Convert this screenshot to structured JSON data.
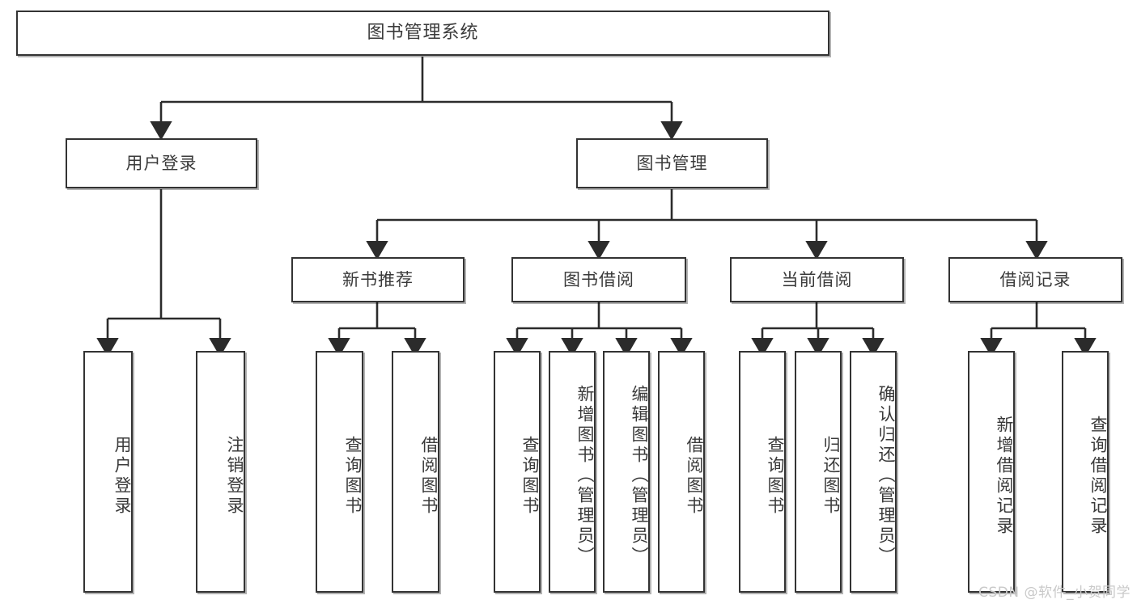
{
  "diagram": {
    "title": "图书管理系统",
    "type": "tree",
    "watermark": "CSDN @软件_小贺同学",
    "colors": {
      "box_border": "#333333",
      "box_fill": "#ffffff",
      "text": "#3a3a3a",
      "connector": "#2b2b2b",
      "watermark": "#c9c9c9"
    },
    "root": {
      "label": "图书管理系统"
    },
    "level2": [
      {
        "label": "用户登录"
      },
      {
        "label": "图书管理"
      }
    ],
    "level3": [
      {
        "label": "新书推荐"
      },
      {
        "label": "图书借阅"
      },
      {
        "label": "当前借阅"
      },
      {
        "label": "借阅记录"
      }
    ],
    "leaves_user_login": [
      {
        "label": "用户登录"
      },
      {
        "label": "注销登录"
      }
    ],
    "leaves_new_books": [
      {
        "label": "查询图书"
      },
      {
        "label": "借阅图书"
      }
    ],
    "leaves_borrow": [
      {
        "label": "查询图书"
      },
      {
        "label": "新增图书（管理员）"
      },
      {
        "label": "编辑图书（管理员）"
      },
      {
        "label": "借阅图书"
      }
    ],
    "leaves_current": [
      {
        "label": "查询图书"
      },
      {
        "label": "归还图书"
      },
      {
        "label": "确认归还（管理员）"
      }
    ],
    "leaves_records": [
      {
        "label": "新增借阅记录"
      },
      {
        "label": "查询借阅记录"
      }
    ]
  }
}
